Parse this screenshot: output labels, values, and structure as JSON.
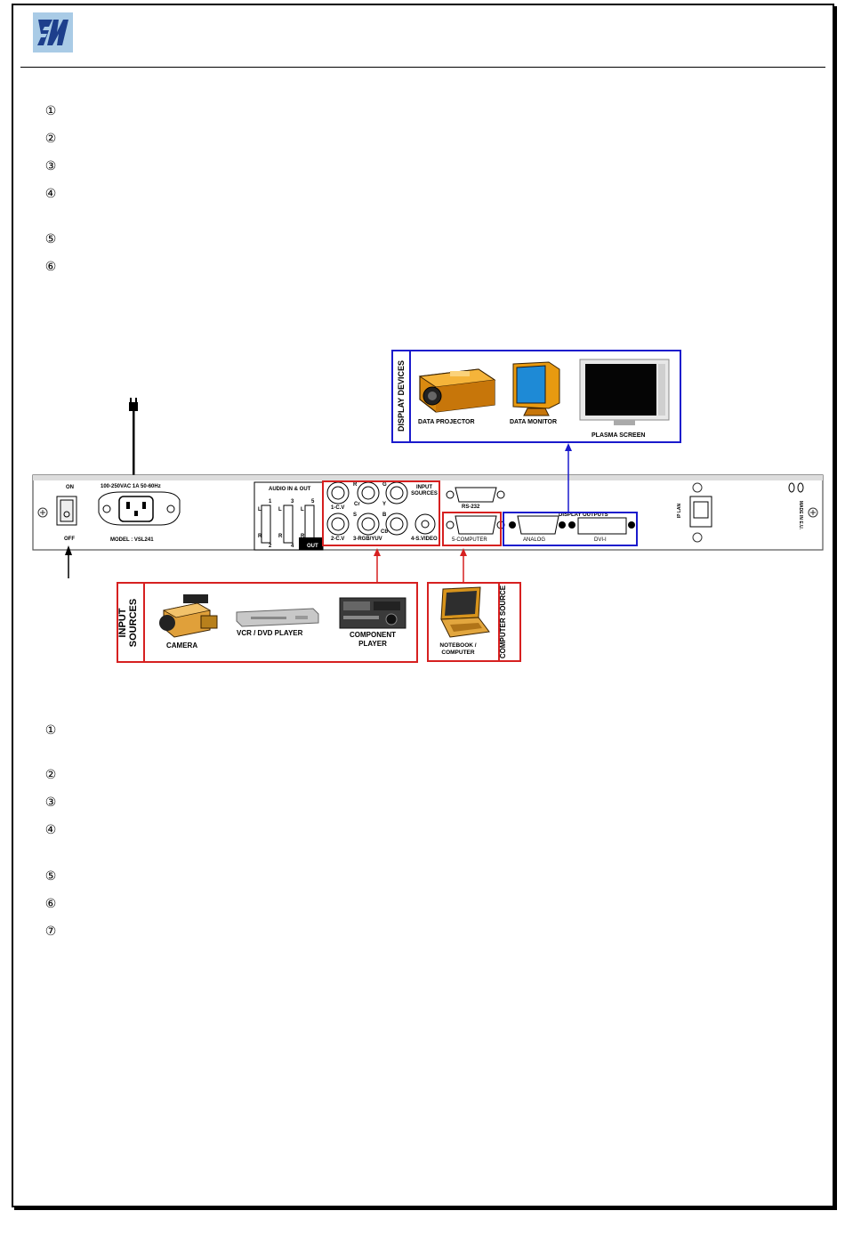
{
  "header": {
    "logo_icon": "company-logo-icon"
  },
  "top_list": {
    "markers": [
      "①",
      "②",
      "③",
      "④",
      "⑤",
      "⑥"
    ]
  },
  "bottom_list": {
    "markers": [
      "①",
      "②",
      "③",
      "④",
      "⑤",
      "⑥",
      "⑦"
    ]
  },
  "diagram": {
    "display_devices": {
      "title": "DISPLAY DEVICES",
      "data_projector": "DATA PROJECTOR",
      "data_monitor": "DATA MONITOR",
      "plasma_screen": "PLASMA SCREEN"
    },
    "input_sources": {
      "title": "INPUT SOURCES",
      "camera": "CAMERA",
      "vcr_dvd": "VCR / DVD PLAYER",
      "component": "COMPONENT PLAYER"
    },
    "computer_source": {
      "title": "COMPUTER SOURCE",
      "notebook": "NOTEBOOK / COMPUTER"
    },
    "panel": {
      "on": "ON",
      "off": "OFF",
      "power_rating": "100-250VAC 1A 50-60Hz",
      "model": "MODEL : VSL241",
      "audio_title": "AUDIO IN & OUT",
      "audio_nums_top": [
        "1",
        "3",
        "5"
      ],
      "audio_nums_bottom": [
        "2",
        "4"
      ],
      "audio_out": "OUT",
      "ch_l": "L",
      "ch_r": "R",
      "input_sources": "INPUT SOURCES",
      "in1": "1-C.V",
      "in2": "2-C.V",
      "in3": "3-RGB/YUV",
      "in4": "4-S.VIDEO",
      "r": "R",
      "g": "G",
      "b": "B",
      "s": "S",
      "y": "Y",
      "cr": "Cr",
      "cb": "Cb",
      "rs232": "RS-232",
      "in5": "5-COMPUTER",
      "display_outputs": "DISPLAY OUTPUTS",
      "analog": "ANALOG",
      "dvi": "DVI-I",
      "ip_lan": "IP LAN",
      "made_in": "MADE IN E.U."
    },
    "colors": {
      "display_frame": "#1a1acc",
      "input_frame": "#d62020",
      "arrow_red": "#d62020",
      "arrow_blue": "#1a1acc"
    }
  }
}
